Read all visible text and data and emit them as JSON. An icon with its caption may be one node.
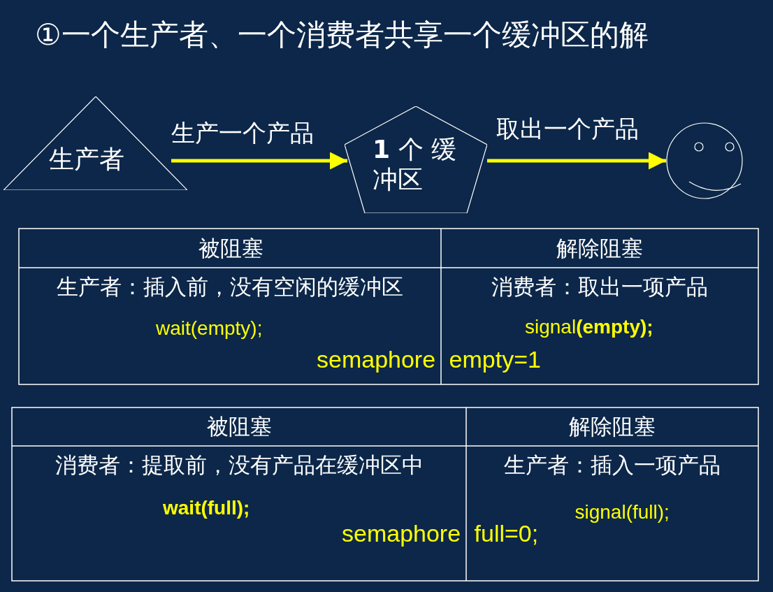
{
  "diagram": {
    "title": "①一个生产者、一个消费者共享一个缓冲区的解",
    "nodes": [
      {
        "text": [
          "生产者"
        ]
      },
      {
        "text": [
          "**1** 个 缓冲区"
        ]
      },
      {
        "text": [],
        "shape": "circle"
      }
    ],
    "edges": [
      {
        "from": 0,
        "to": 1,
        "arrow": "to",
        "label": "生产一个产品"
      },
      {
        "from": 1,
        "to": 2,
        "arrow": "to",
        "label": "取出一个产品"
      }
    ],
    "labels": [
      "被阻塞",
      "解除阻塞",
      "生产者：插入前，没有空闲的缓冲区",
      "消费者：取出一项产品",
      "wait(empty);",
      "signal**(empty);**",
      "semaphore empty=1",
      "被阻塞",
      "解除阻塞",
      "消费者：提取前，没有产品在缓冲区中",
      "生产者：插入一项产品",
      "wait(full);",
      "signal(full);",
      "semaphore full=0;"
    ]
  }
}
